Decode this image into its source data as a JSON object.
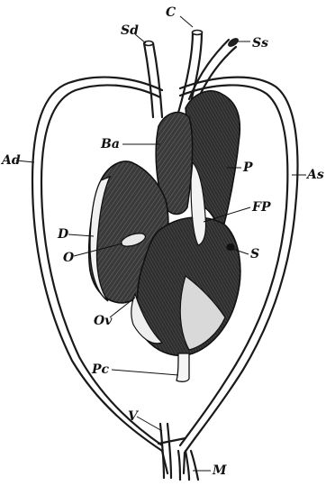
{
  "figure": {
    "labels": {
      "Sd": "Sd",
      "C": "C",
      "Ss": "Ss",
      "Ba": "Ba",
      "P": "P",
      "Ad": "Ad",
      "As": "As",
      "FP": "FP",
      "D": "D",
      "S": "S",
      "O": "O",
      "Ov": "Ov",
      "Pc": "Pc",
      "V": "V",
      "M": "M"
    }
  }
}
